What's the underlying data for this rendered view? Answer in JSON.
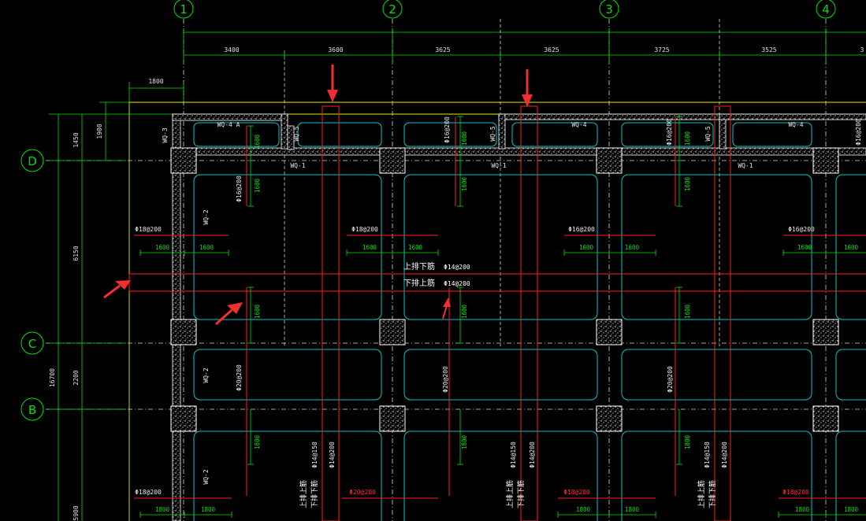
{
  "grid_bubbles": {
    "col_1": "1",
    "col_2": "2",
    "col_3": "3",
    "col_4": "4",
    "row_D": "D",
    "row_C": "C",
    "row_B": "B"
  },
  "top_dims": {
    "d1": "3400",
    "d2": "3600",
    "d3": "3625",
    "d4": "3625",
    "d5": "3725",
    "d6": "3525",
    "d7": "3",
    "overhang": "1800"
  },
  "left_dims": {
    "h1450": "1450",
    "h1900": "1900",
    "h6150": "6150",
    "h2200": "2200",
    "h16700": "16700",
    "h5900": "5900"
  },
  "wall_labels": {
    "wq3": "WQ-3",
    "wq4a": "WQ-4 A",
    "wq5a": "WQ-5",
    "wq4b": "WQ-4",
    "wq5b": "WQ-5",
    "wq4c": "WQ-4",
    "wq1a": "WQ-1",
    "wq1b": "WQ-1",
    "wq1c": "WQ-1",
    "wq2a": "WQ-2",
    "wq2b": "WQ-2",
    "wq2c": "WQ-2"
  },
  "rebar": {
    "phi18_200": "Φ18@200",
    "phi16_200": "Φ16@200",
    "phi20_200": "Φ20@200",
    "phi14_200": "Φ14@200",
    "phi14_150": "Φ14@150",
    "span1600": "1600",
    "span1800": "1800"
  },
  "legend": {
    "top_bottom": "上排下筋",
    "bottom_top": "下排上筋",
    "phi14_a": "Φ14@200",
    "phi14_b": "Φ14@200",
    "top_top": "上排上筋",
    "bottom_bottom": "下排下筋"
  },
  "colors": {
    "background": "#000000",
    "grid_line": "#00c8c8",
    "dim_green": "#00e000",
    "axis_yellow": "#e8e800",
    "bar_red": "#ff2020",
    "wall_white": "#ffffff",
    "arrow_red": "#f03030"
  }
}
